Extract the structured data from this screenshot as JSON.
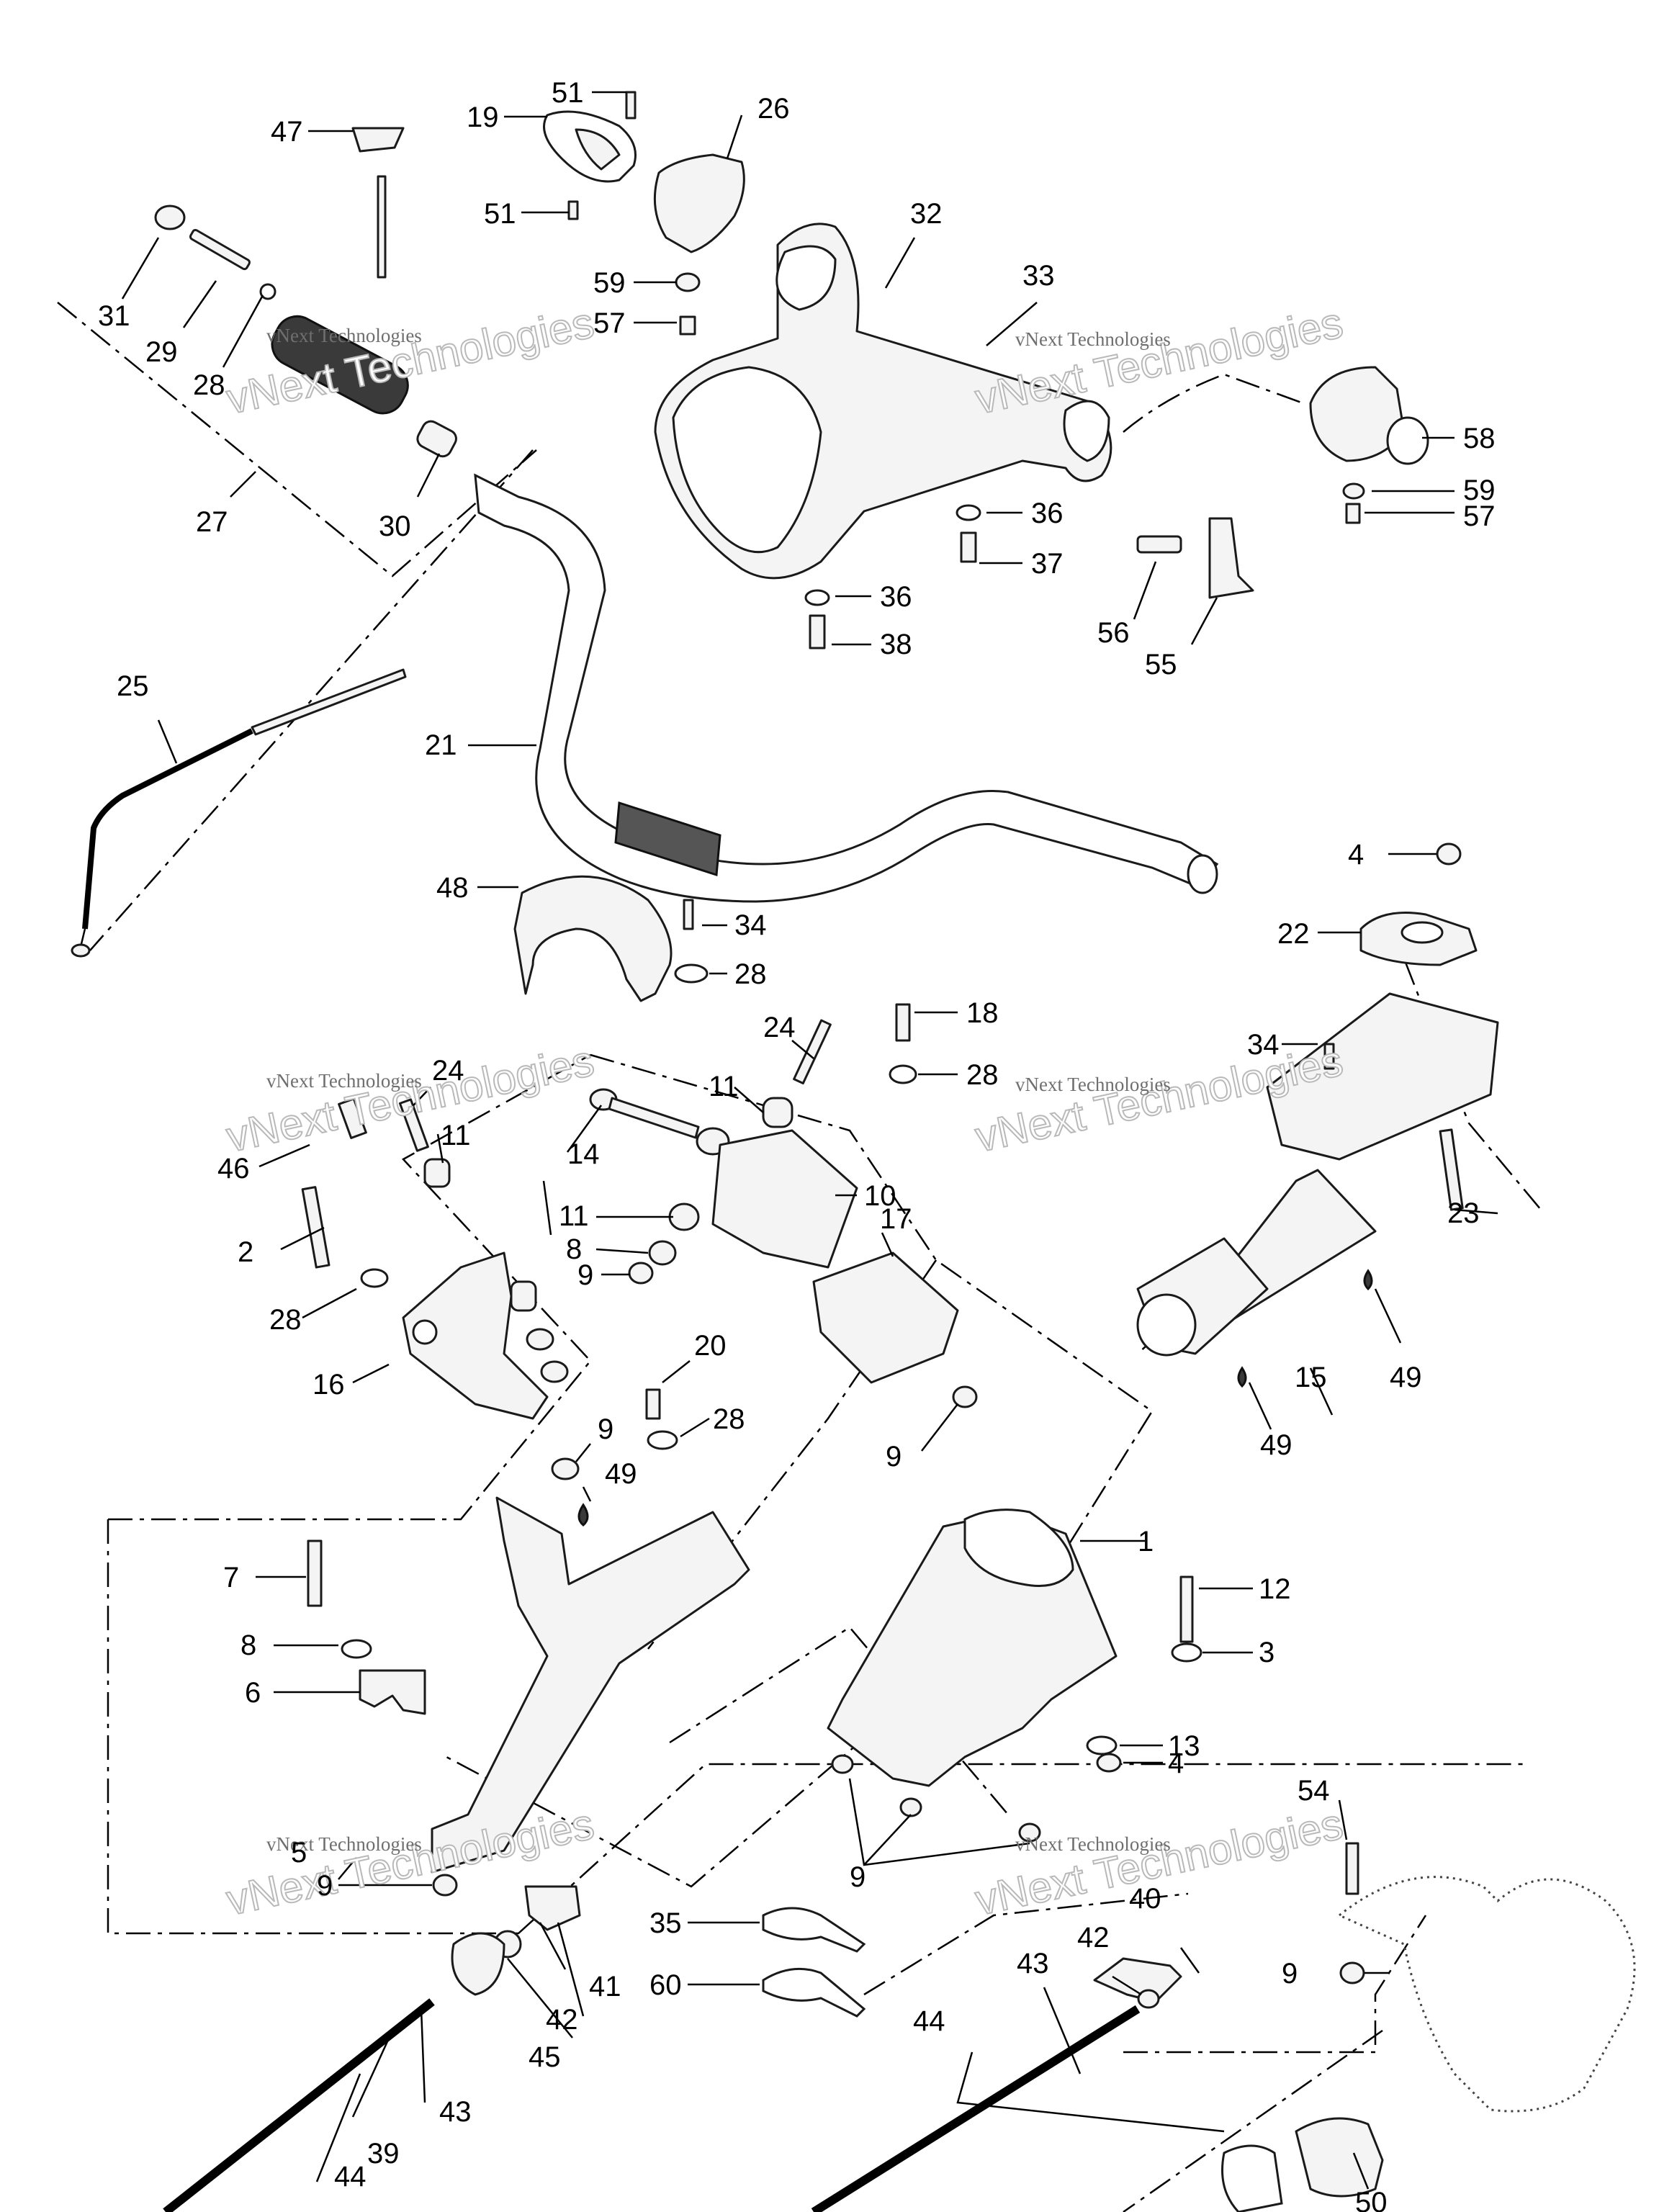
{
  "watermark": {
    "line_small": "vNext Technologies",
    "text_large": "vNext Technologies"
  },
  "callouts": [
    "51",
    "19",
    "26",
    "47",
    "31",
    "29",
    "28",
    "27",
    "30",
    "32",
    "33",
    "59",
    "57",
    "58",
    "36",
    "37",
    "38",
    "56",
    "55",
    "25",
    "21",
    "48",
    "34",
    "4",
    "22",
    "24",
    "11",
    "18",
    "10",
    "17",
    "14",
    "46",
    "2",
    "16",
    "8",
    "9",
    "20",
    "23",
    "15",
    "49",
    "7",
    "6",
    "5",
    "1",
    "12",
    "3",
    "13",
    "54",
    "40",
    "35",
    "60",
    "42",
    "41",
    "45",
    "43",
    "44",
    "39",
    "50"
  ],
  "colors": {
    "ink": "#000000",
    "paper": "#ffffff"
  }
}
